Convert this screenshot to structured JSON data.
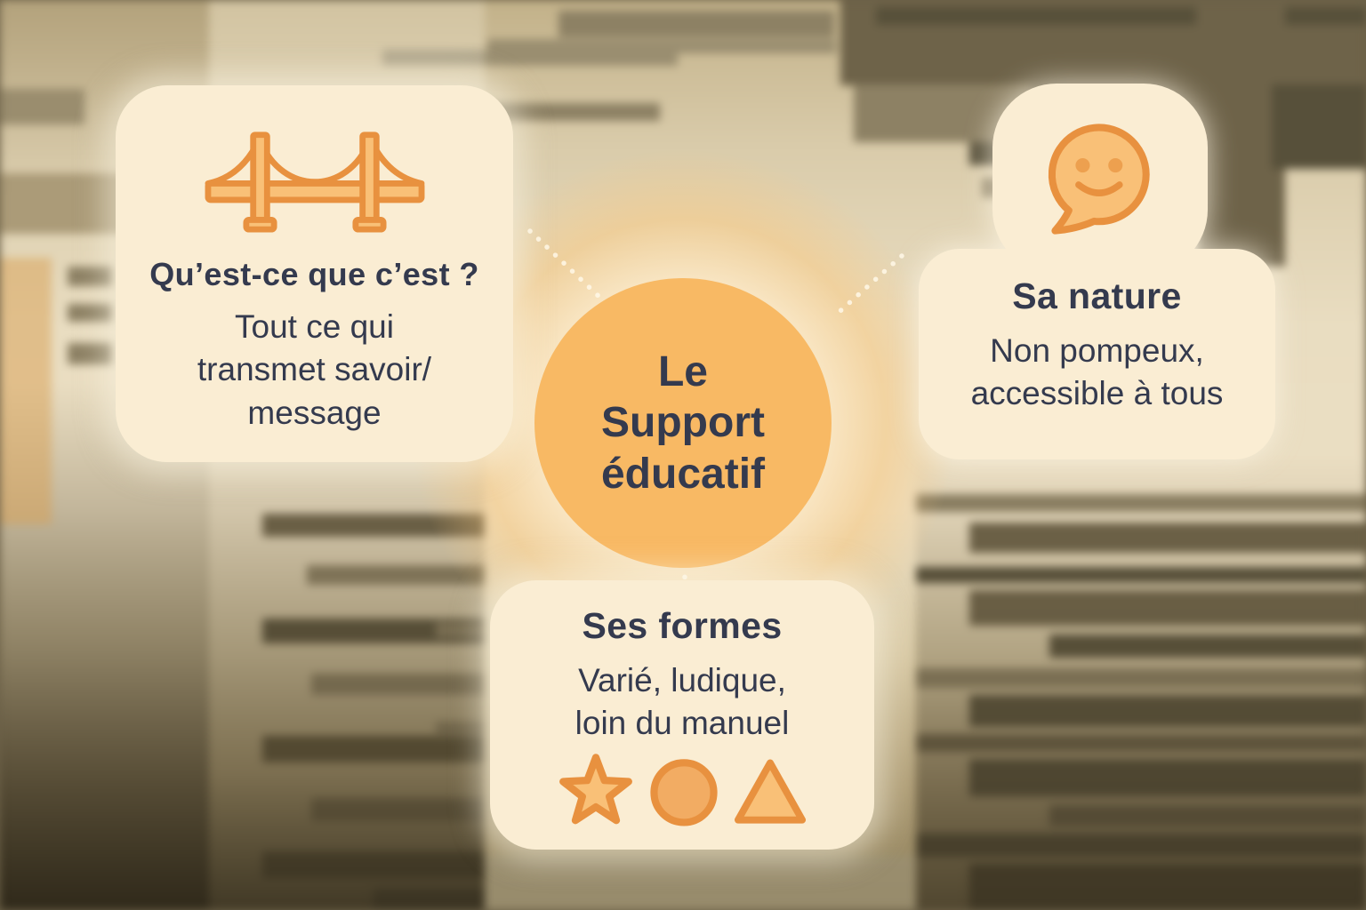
{
  "center": {
    "lines": [
      "Le",
      "Support",
      "éducatif"
    ]
  },
  "cards": {
    "left": {
      "icon": "bridge-icon",
      "title": "Qu’est-ce que c’est ?",
      "body_lines": [
        "Tout ce qui",
        "transmet savoir/",
        "message"
      ]
    },
    "right": {
      "icon": "smiley-speech-bubble-icon",
      "title": "Sa nature",
      "body_lines": [
        "Non pompeux,",
        "accessible à tous"
      ]
    },
    "bottom": {
      "icons": [
        "star-icon",
        "circle-icon",
        "triangle-icon"
      ],
      "title": "Ses formes",
      "body_lines": [
        "Varié, ludique,",
        "loin du manuel"
      ]
    }
  },
  "colors": {
    "accent": "#E8913F",
    "icon-fill": "#F9C077",
    "icon-fill-dark": "#F2AC63",
    "eye": "#EDA04F",
    "circle-bg": "#F8B964",
    "card-bg": "#FAEDD3",
    "text-dark": "#343A4E"
  }
}
